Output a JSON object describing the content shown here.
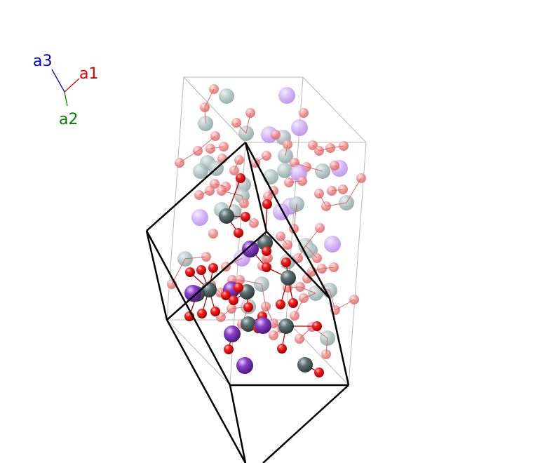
{
  "axes": {
    "a1": {
      "label": "a1",
      "color": "#e00000"
    },
    "a2": {
      "label": "a2",
      "color": "#008000"
    },
    "a3": {
      "label": "a3",
      "color": "#0000cc"
    }
  },
  "atom_colors": {
    "oxygen": "#ff0000",
    "metal": "#5f7272",
    "alkali": "#8a3fc9"
  },
  "cell_colors": {
    "outer": "#b8b8b8",
    "inner": "#000000"
  }
}
